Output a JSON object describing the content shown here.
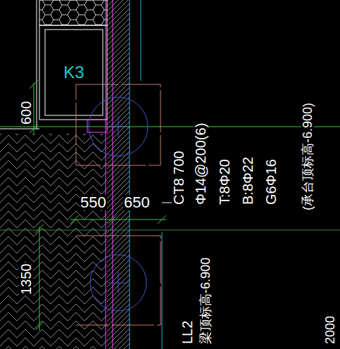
{
  "diagram": {
    "nodes": [
      {
        "text": [
          "K3"
        ]
      }
    ],
    "labels": [
      "600",
      "550",
      "650",
      "1350",
      "CT8 700",
      "Φ14@200(6)",
      "T:8Φ20",
      "B:8Φ22",
      "G6Φ16",
      "(承台顶标高-6.900)",
      "LL2",
      "梁顶标高-6.900",
      "2000"
    ]
  }
}
